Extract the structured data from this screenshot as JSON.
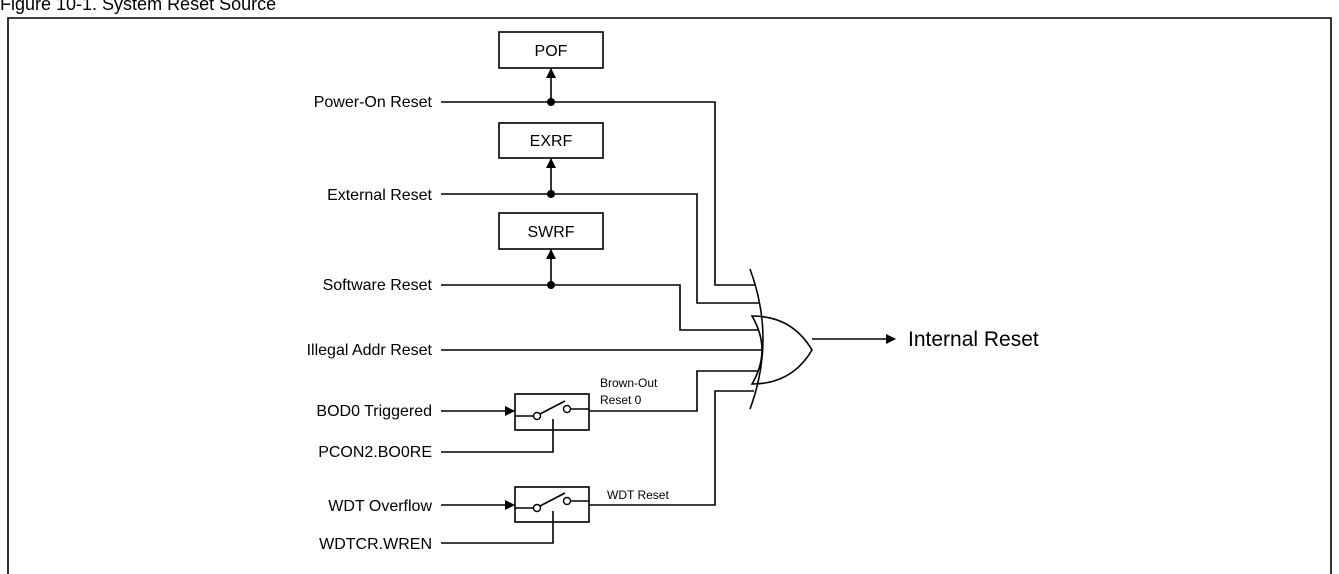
{
  "figure": {
    "caption": "Figure 10-1. System Reset Source"
  },
  "inputs": {
    "power_on": "Power-On Reset",
    "external": "External Reset",
    "software": "Software Reset",
    "illegal_addr": "Illegal Addr Reset",
    "bod0_triggered": "BOD0 Triggered",
    "pcon2": "PCON2.BO0RE",
    "wdt_overflow": "WDT Overflow",
    "wdtcr": "WDTCR.WREN"
  },
  "flags": {
    "pof": "POF",
    "exrf": "EXRF",
    "swrf": "SWRF"
  },
  "notes": {
    "brown_out_line1": "Brown-Out",
    "brown_out_line2": "Reset 0",
    "wdt_reset": "WDT Reset"
  },
  "output": {
    "label": "Internal Reset"
  }
}
